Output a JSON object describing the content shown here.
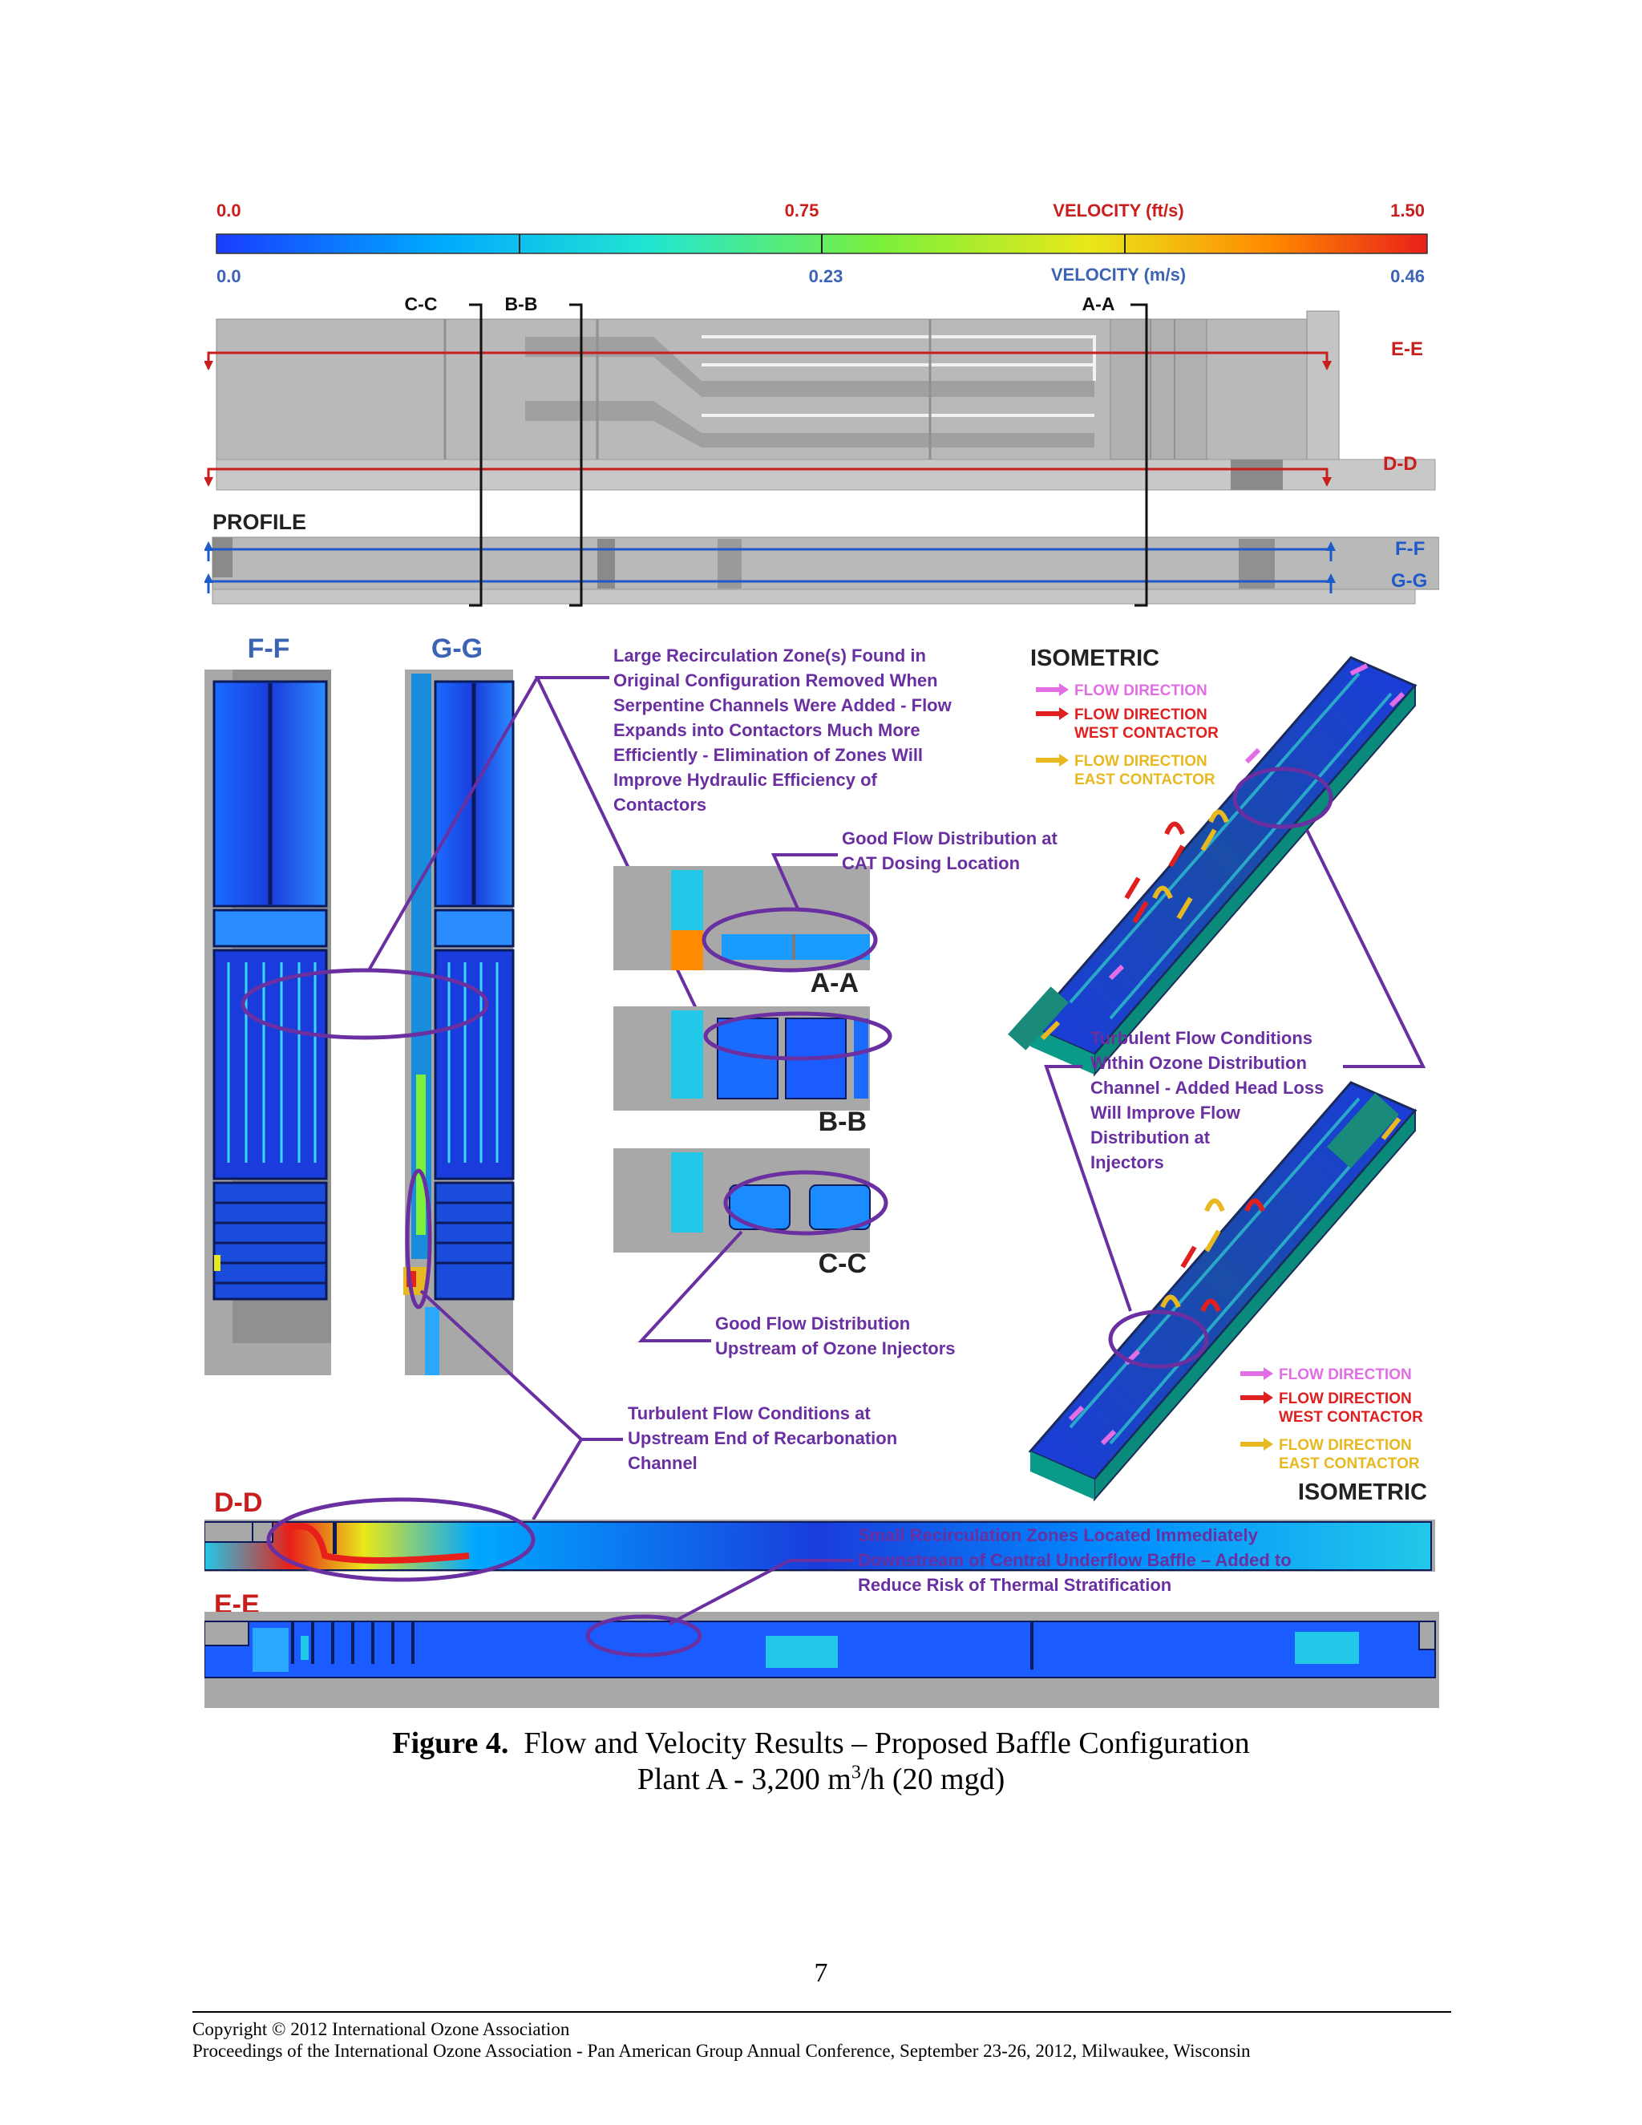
{
  "figure": {
    "velocity_scale": {
      "ft_s": {
        "min": "0.0",
        "mid": "0.75",
        "max": "1.50",
        "label": "VELOCITY (ft/s)"
      },
      "m_s": {
        "min": "0.0",
        "mid": "0.23",
        "max": "0.46",
        "label": "VELOCITY (m/s)"
      },
      "colors": [
        "#1a3cff",
        "#00a8ff",
        "#22e6d0",
        "#7cf03a",
        "#e8e81a",
        "#ff8a00",
        "#e8201a"
      ]
    },
    "section_labels": {
      "cc": "C-C",
      "bb": "B-B",
      "aa": "A-A",
      "ee": "E-E",
      "dd": "D-D",
      "profile": "PROFILE",
      "ff": "F-F",
      "gg": "G-G",
      "ff_panel": "F-F",
      "gg_panel": "G-G",
      "aa_panel": "A-A",
      "bb_panel": "B-B",
      "cc_panel": "C-C",
      "dd_panel": "D-D",
      "ee_panel": "E-E"
    },
    "isometric": {
      "title": "ISOMETRIC",
      "title_bottom": "ISOMETRIC",
      "legend": [
        {
          "line1": "FLOW DIRECTION",
          "line2": "",
          "color": "#e26ee6"
        },
        {
          "line1": "FLOW DIRECTION",
          "line2": "WEST CONTACTOR",
          "color": "#e02020"
        },
        {
          "line1": "FLOW DIRECTION",
          "line2": "EAST CONTACTOR",
          "color": "#e8b820"
        }
      ]
    },
    "annotations": {
      "large_recirc": [
        "Large Recirculation Zone(s) Found in",
        "Original Configuration Removed When",
        "Serpentine Channels Were Added - Flow",
        "Expands into Contactors Much More",
        "Efficiently - Elimination of Zones Will",
        "Improve Hydraulic Efficiency of",
        "Contactors"
      ],
      "good_cat": [
        "Good Flow Distribution at",
        "CAT Dosing Location"
      ],
      "turbulent_ozone": [
        "Turbulent  Flow Conditions",
        "Within Ozone Distribution",
        "Channel - Added Head Loss",
        "Will Improve Flow",
        "Distribution at",
        "Injectors"
      ],
      "good_upstream": [
        "Good Flow Distribution",
        "Upstream of Ozone Injectors"
      ],
      "turbulent_recarb": [
        "Turbulent  Flow Conditions at",
        "Upstream End of Recarbonation",
        "Channel"
      ],
      "small_recirc": [
        "Small Recirculation Zones Located Immediately",
        "Downstream of Central Underflow Baffle – Added to",
        "Reduce Risk of Thermal Stratification"
      ]
    },
    "colors": {
      "annotation": "#6a2fa0",
      "section_red": "#c81e1e",
      "section_blue": "#1e5ac8",
      "model_gray": "#a8a8a8",
      "low_velocity": "#1a3cdc"
    }
  },
  "caption": {
    "label": "Figure 4.",
    "text": "Flow and Velocity Results – Proposed Baffle Configuration",
    "line2_pre": "Plant A - 3,200 m",
    "line2_sup": "3",
    "line2_post": "/h (20 mgd)"
  },
  "page_number": "7",
  "footer": {
    "copyright": "Copyright © 2012 International Ozone Association",
    "proceedings": "Proceedings of the International Ozone Association - Pan American Group Annual Conference, September 23-26, 2012, Milwaukee, Wisconsin"
  }
}
